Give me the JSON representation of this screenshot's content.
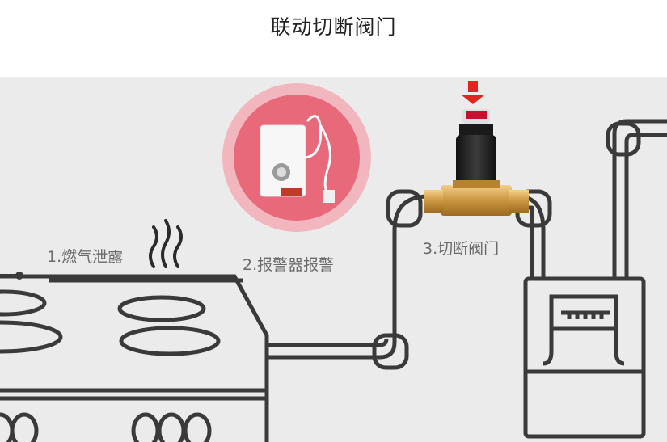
{
  "header": {
    "title": "联动切断阀门"
  },
  "steps": [
    {
      "label": "1.燃气泄露"
    },
    {
      "label": "2.报警器报警"
    },
    {
      "label": "3.切断阀门"
    }
  ],
  "colors": {
    "background": "#ebebeb",
    "outline": "#3a3a3a",
    "alarm_circle_outer": "#f2b6bf",
    "alarm_circle_inner": "#e8697a",
    "arrow": "#e0261f",
    "valve_brass": "#d8a860"
  },
  "icons": [
    "smoke-wave-icon",
    "red-arrow-down-icon",
    "gas-alarm-device-icon",
    "shutoff-valve-icon",
    "gas-meter-icon",
    "stove-icon"
  ]
}
